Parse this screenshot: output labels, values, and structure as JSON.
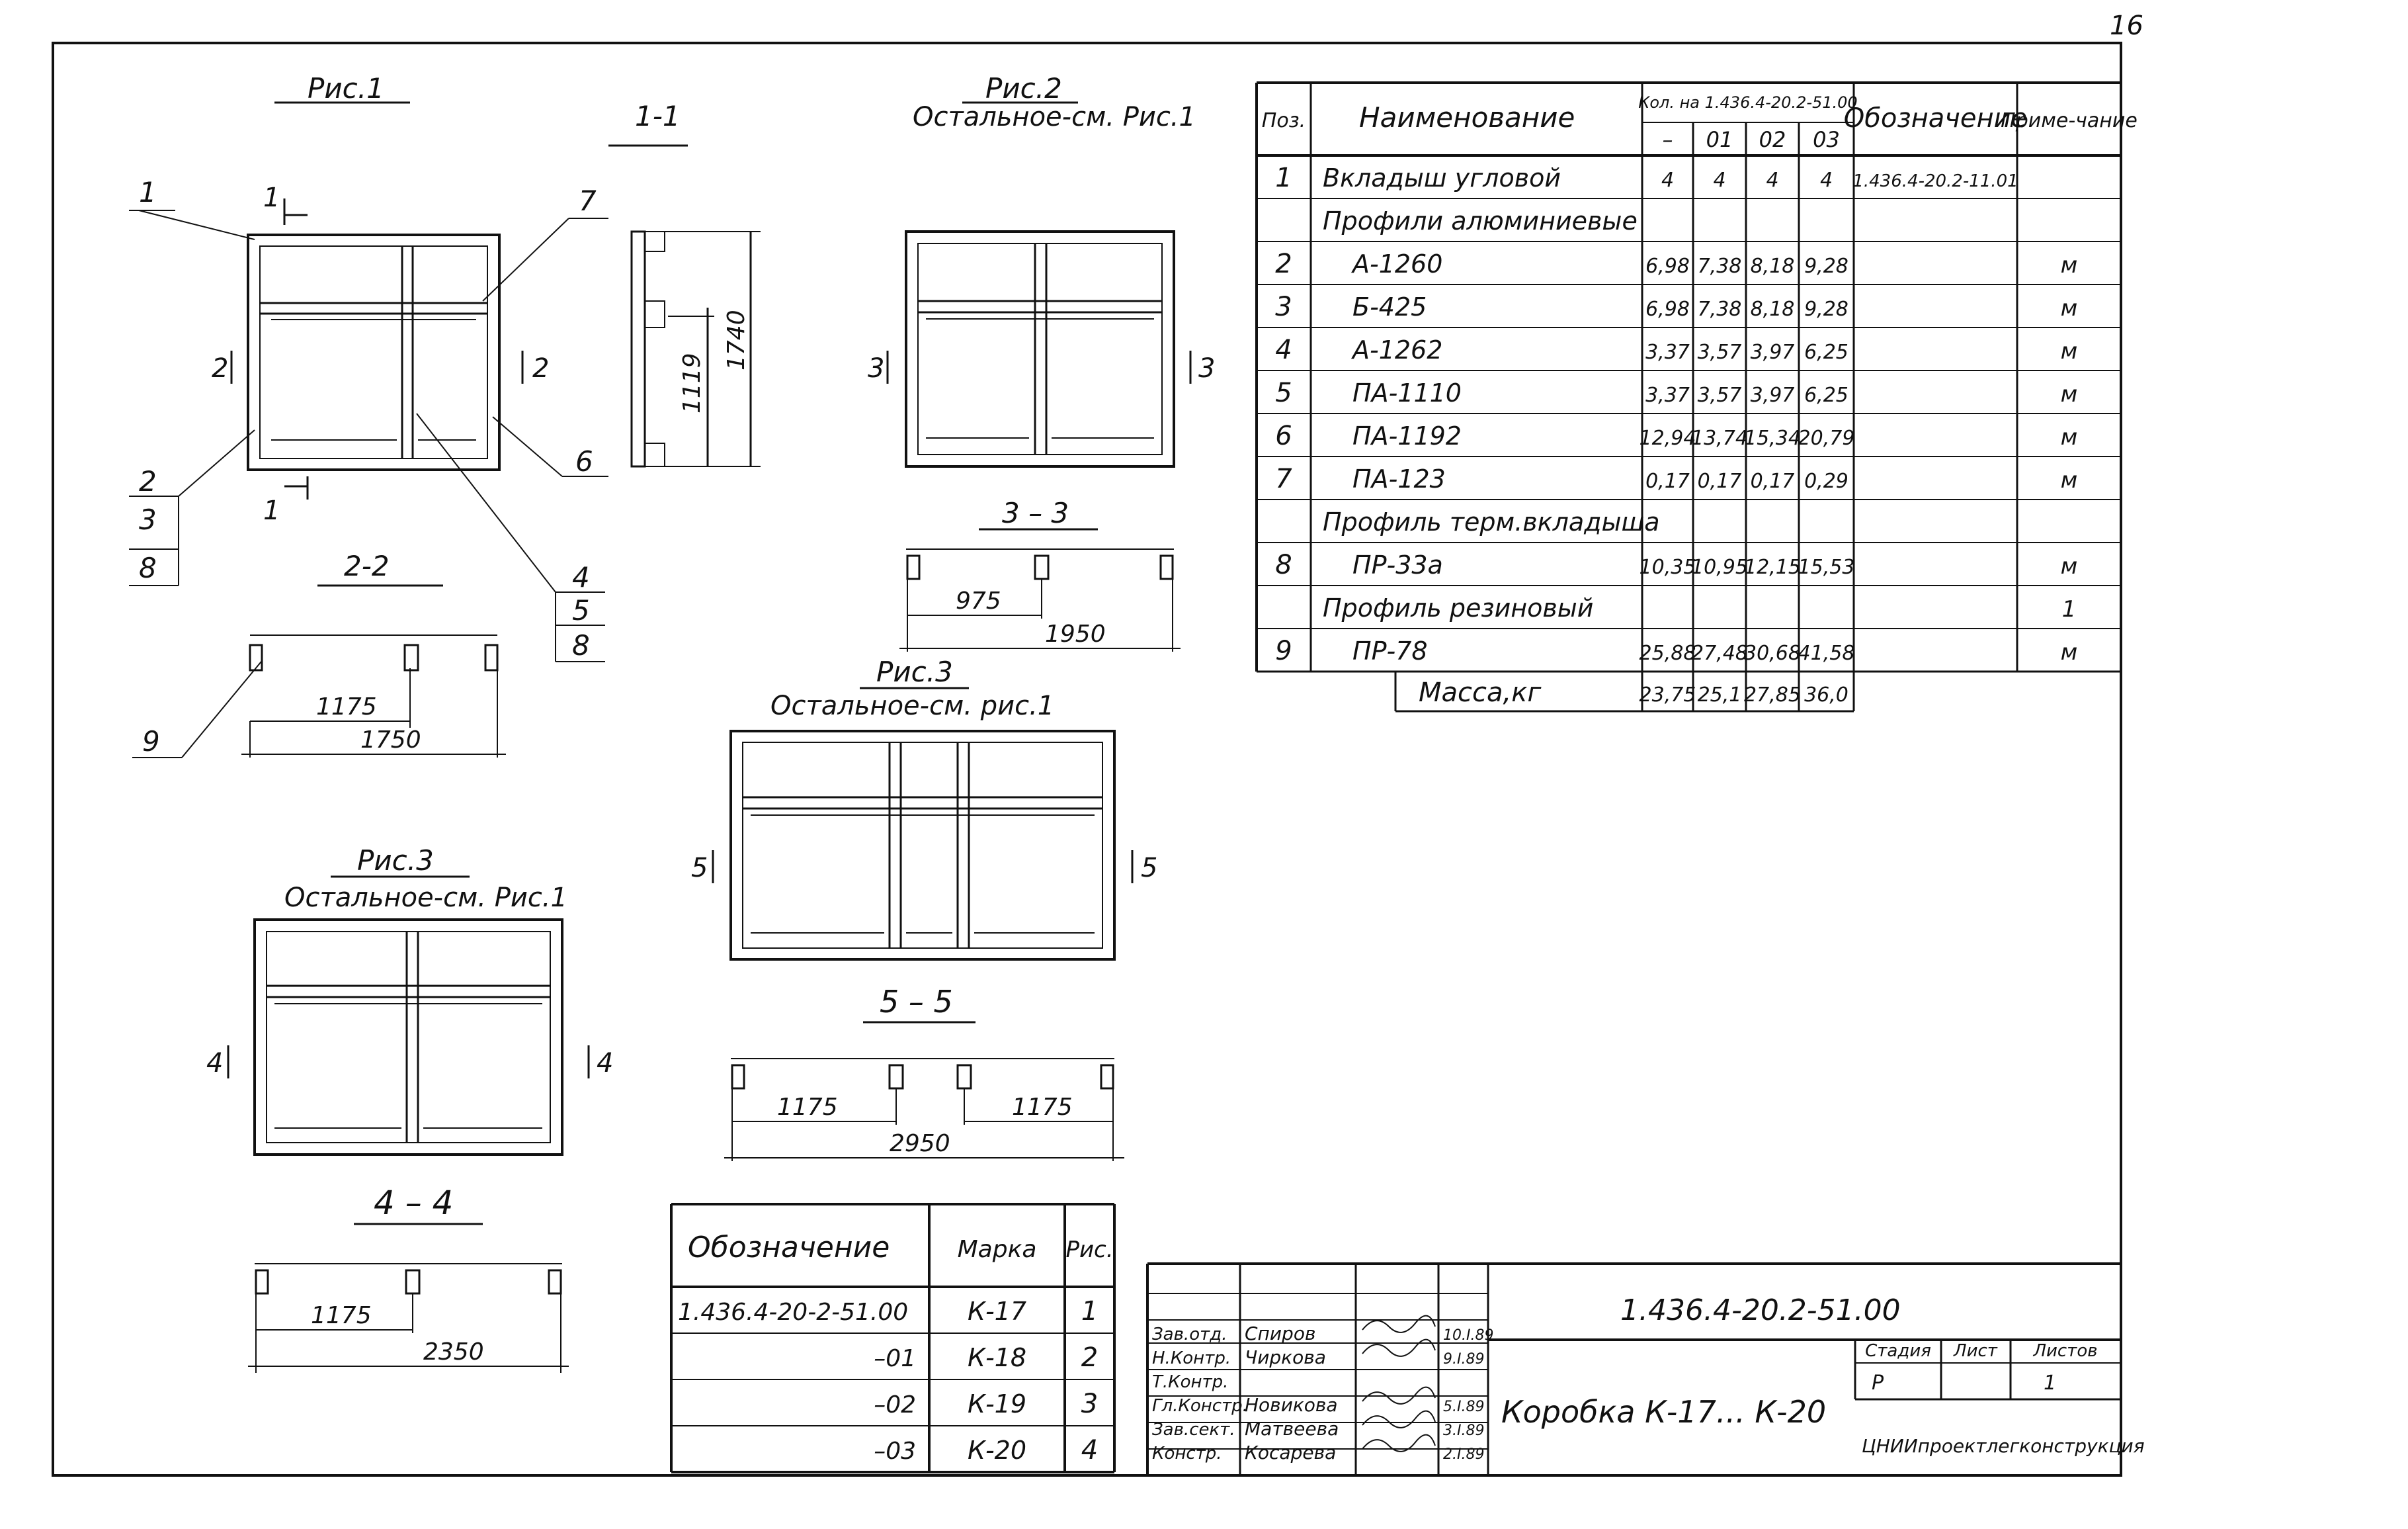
{
  "sheet_number": "16",
  "figures": {
    "fig1": {
      "title": "Рис.1",
      "callouts": [
        "1",
        "2",
        "3",
        "8",
        "4",
        "5",
        "8",
        "6",
        "7"
      ],
      "section_marks": [
        "1",
        "1",
        "2",
        "2"
      ]
    },
    "sec_1_1": {
      "title": "1-1",
      "dims": [
        "1119",
        "1740"
      ]
    },
    "fig2": {
      "title": "Рис.2",
      "subtitle": "Остальное-см. Рис.1",
      "section_marks": [
        "3",
        "3"
      ]
    },
    "sec_3_3": {
      "title": "3 – 3",
      "dims": [
        "975",
        "1950"
      ]
    },
    "sec_2_2": {
      "title": "2-2",
      "callout": "9",
      "dims": [
        "1175",
        "1750"
      ]
    },
    "fig3a": {
      "title": "Рис.3",
      "subtitle": "Остальное-см. рис.1",
      "section_marks": [
        "5",
        "5"
      ]
    },
    "sec_5_5": {
      "title": "5 – 5",
      "dims": [
        "1175",
        "1175",
        "2950"
      ]
    },
    "fig3b": {
      "title": "Рис.3",
      "subtitle": "Остальное-см. Рис.1",
      "section_marks": [
        "4",
        "4"
      ]
    },
    "sec_4_4": {
      "title": "4 – 4",
      "dims": [
        "1175",
        "2350"
      ]
    }
  },
  "spec_table": {
    "headers": {
      "pos": "Поз.",
      "name": "Наименование",
      "qty_group": "Кол. на 1.436.4-20.2-51.00",
      "qty_cols": [
        "–",
        "01",
        "02",
        "03"
      ],
      "designation": "Обозначение",
      "note": "Приме-чание"
    },
    "rows": [
      {
        "pos": "1",
        "name": "Вкладыш угловой",
        "q": [
          "4",
          "4",
          "4",
          "4"
        ],
        "designation": "1.436.4-20.2-11.01",
        "note": ""
      },
      {
        "pos": "",
        "name": "Профили алюминиевые",
        "q": [
          "",
          "",
          "",
          ""
        ],
        "designation": "",
        "note": ""
      },
      {
        "pos": "2",
        "name": "А-1260",
        "q": [
          "6,98",
          "7,38",
          "8,18",
          "9,28"
        ],
        "designation": "",
        "note": "м"
      },
      {
        "pos": "3",
        "name": "Б-425",
        "q": [
          "6,98",
          "7,38",
          "8,18",
          "9,28"
        ],
        "designation": "",
        "note": "м"
      },
      {
        "pos": "4",
        "name": "А-1262",
        "q": [
          "3,37",
          "3,57",
          "3,97",
          "6,25"
        ],
        "designation": "",
        "note": "м"
      },
      {
        "pos": "5",
        "name": "ПА-1110",
        "q": [
          "3,37",
          "3,57",
          "3,97",
          "6,25"
        ],
        "designation": "",
        "note": "м"
      },
      {
        "pos": "6",
        "name": "ПА-1192",
        "q": [
          "12,94",
          "13,74",
          "15,34",
          "20,79"
        ],
        "designation": "",
        "note": "м"
      },
      {
        "pos": "7",
        "name": "ПА-123",
        "q": [
          "0,17",
          "0,17",
          "0,17",
          "0,29"
        ],
        "designation": "",
        "note": "м"
      },
      {
        "pos": "",
        "name": "Профиль терм.вкладыша",
        "q": [
          "",
          "",
          "",
          ""
        ],
        "designation": "",
        "note": ""
      },
      {
        "pos": "8",
        "name": "ПР-33а",
        "q": [
          "10,35",
          "10,95",
          "12,15",
          "15,53"
        ],
        "designation": "",
        "note": "м"
      },
      {
        "pos": "",
        "name": "Профиль резиновый",
        "q": [
          "",
          "",
          "",
          ""
        ],
        "designation": "",
        "note": "1"
      },
      {
        "pos": "9",
        "name": "ПР-78",
        "q": [
          "25,88",
          "27,48",
          "30,68",
          "41,58"
        ],
        "designation": "",
        "note": "м"
      }
    ],
    "mass": {
      "label": "Масса,кг",
      "q": [
        "23,75",
        "25,1",
        "27,85",
        "36,0"
      ]
    }
  },
  "marks_table": {
    "headers": {
      "designation": "Обозначение",
      "mark": "Марка",
      "fig": "Рис."
    },
    "rows": [
      {
        "designation": "1.436.4-20-2-51.00",
        "mark": "К-17",
        "fig": "1"
      },
      {
        "designation": "–01",
        "mark": "К-18",
        "fig": "2"
      },
      {
        "designation": "–02",
        "mark": "К-19",
        "fig": "3"
      },
      {
        "designation": "–03",
        "mark": "К-20",
        "fig": "4"
      }
    ]
  },
  "title_block": {
    "doc_code": "1.436.4-20.2-51.00",
    "title": "Коробка К-17... К-20",
    "stage_header": "Стадия",
    "sheet_header": "Лист",
    "sheets_header": "Листов",
    "stage": "Р",
    "sheets": "1",
    "organization": "ЦНИИпроектлегконструкция",
    "staff": [
      {
        "role": "Зав.отд.",
        "name": "Спиров",
        "date": "10.I.89"
      },
      {
        "role": "Н.Контр.",
        "name": "Чиркова",
        "date": "9.I.89"
      },
      {
        "role": "Т.Контр.",
        "name": "",
        "date": ""
      },
      {
        "role": "Гл.Констр.",
        "name": "Новикова",
        "date": "5.I.89"
      },
      {
        "role": "Зав.сект.",
        "name": "Матвеева",
        "date": "3.I.89"
      },
      {
        "role": "Констр.",
        "name": "Косарева",
        "date": "2.I.89"
      }
    ]
  }
}
